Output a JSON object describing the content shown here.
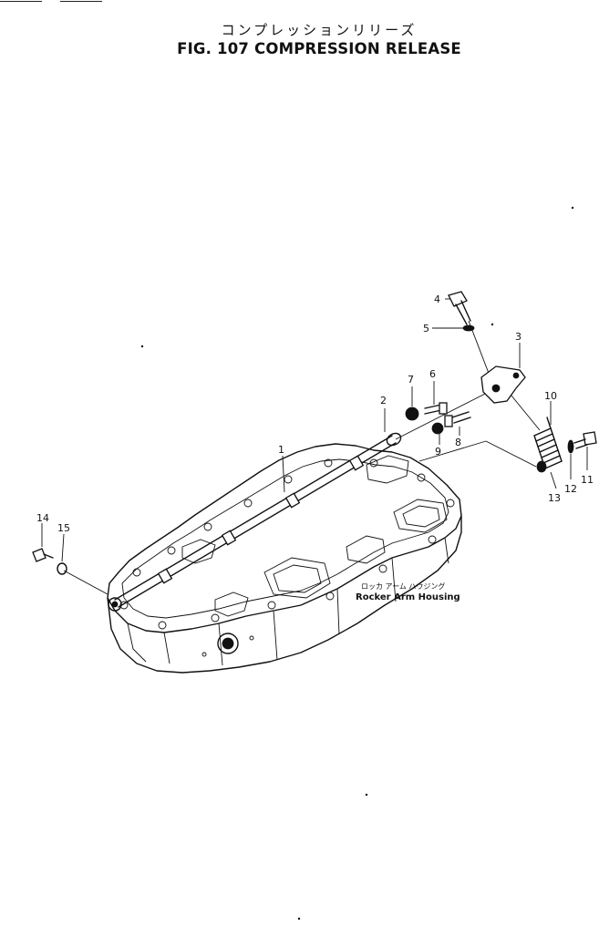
{
  "header": {
    "title_jp": "コンプレッションリリーズ",
    "title_en": "FIG. 107  COMPRESSION RELEASE"
  },
  "housing_label": {
    "jp": "ロッカ  アーム  ハウジング",
    "en": "Rocker Arm Housing"
  },
  "callouts": [
    "1",
    "2",
    "3",
    "4",
    "5",
    "6",
    "7",
    "8",
    "9",
    "10",
    "11",
    "12",
    "13",
    "14",
    "15"
  ]
}
